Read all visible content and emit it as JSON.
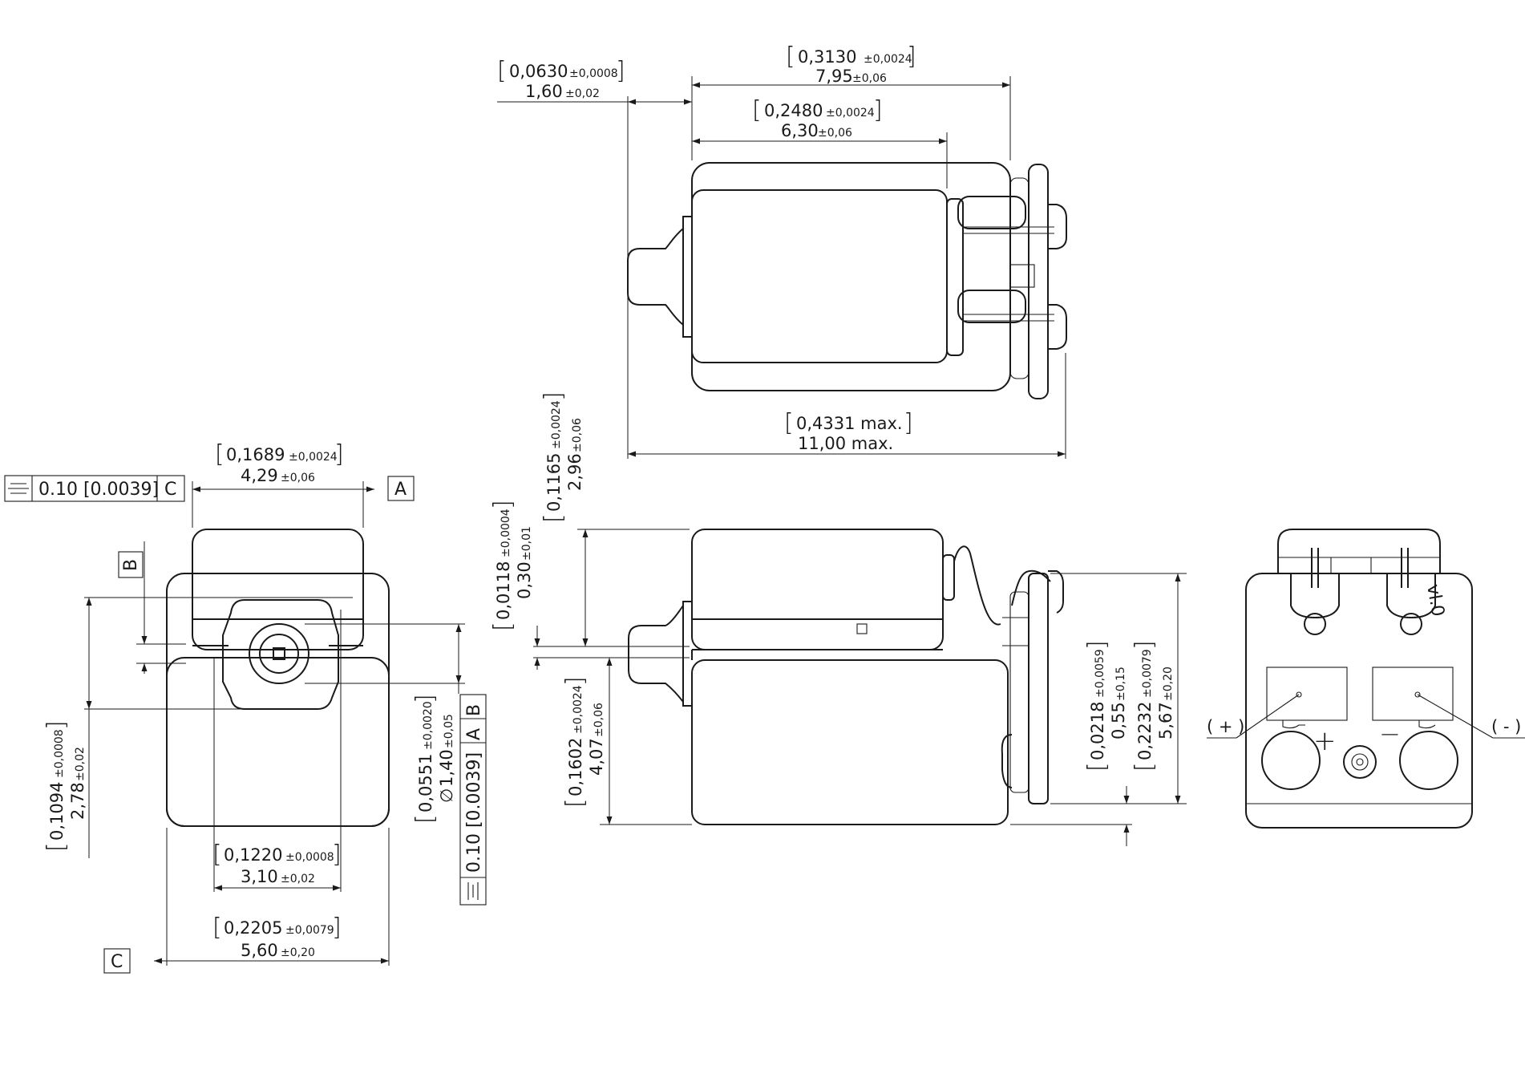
{
  "labels": {
    "top_overall_in_main": "0,3130",
    "top_overall_in_tol": "±0,0024",
    "top_overall_mm_main": "7,95",
    "top_overall_mm_tol": "±0,06",
    "top_shaft_in_main": "0,0630",
    "top_shaft_in_tol": "±0,0008",
    "top_shaft_mm_main": "1,60",
    "top_shaft_mm_tol": "±0,02",
    "top_body_in_main": "0,2480",
    "top_body_in_tol": "±0,0024",
    "top_body_mm_main": "6,30",
    "top_body_mm_tol": "±0,06",
    "top_max_in": "0,4331 max.",
    "top_max_mm": "11,00 max.",
    "front_width_in_main": "0,1689",
    "front_width_in_tol": "±0,0024",
    "front_width_mm_main": "4,29",
    "front_width_mm_tol": "±0,06",
    "front_inner_in_main": "0,1220",
    "front_inner_in_tol": "±0,0008",
    "front_inner_mm_main": "3,10",
    "front_inner_mm_tol": "±0,02",
    "front_outer_in_main": "0,2205",
    "front_outer_in_tol": "±0,0079",
    "front_outer_mm_main": "5,60",
    "front_outer_mm_tol": "±0,20",
    "front_height_in_main": "0,1094",
    "front_height_in_tol": "±0,0008",
    "front_height_mm_main": "2,78",
    "front_height_mm_tol": "±0,02",
    "front_shaft_in_main": "0,0551",
    "front_shaft_in_tol": "±0,0020",
    "front_shaft_mm_main": "1,40",
    "front_shaft_mm_tol": "±0,05",
    "front_shaft_diam": "∅",
    "side_a_in_main": "0,1165",
    "side_a_in_tol": "±0,0024",
    "side_a_mm_main": "2,96",
    "side_a_mm_tol": "±0,06",
    "side_b_in_main": "0,0118",
    "side_b_in_tol": "±0,0004",
    "side_b_mm_main": "0,30",
    "side_b_mm_tol": "±0,01",
    "side_c_in_main": "0,1602",
    "side_c_in_tol": "±0,0024",
    "side_c_mm_main": "4,07",
    "side_c_mm_tol": "±0,06",
    "side_d_in_main": "0,0218",
    "side_d_in_tol": "±0,0059",
    "side_d_mm_main": "0,55",
    "side_d_mm_tol": "±0,15",
    "side_e_in_main": "0,2232",
    "side_e_in_tol": "±0,0079",
    "side_e_mm_main": "5,67",
    "side_e_mm_tol": "±0,20",
    "fcf_top_symbol": "⌯",
    "fcf_top_value": "0.10 [0.0039]",
    "fcf_top_datum": "C",
    "fcf_vert_symbol": "⌯",
    "fcf_vert_value": "0.10 [0.0039]",
    "fcf_vert_datum_1": "A",
    "fcf_vert_datum_2": "B",
    "datum_a": "A",
    "datum_b": "B",
    "datum_c": "C",
    "terminal_plus": "( + )",
    "terminal_minus": "( - )",
    "back_plus_sign": "+",
    "back_minus_sign": "−",
    "back_marking": "vl.0"
  }
}
